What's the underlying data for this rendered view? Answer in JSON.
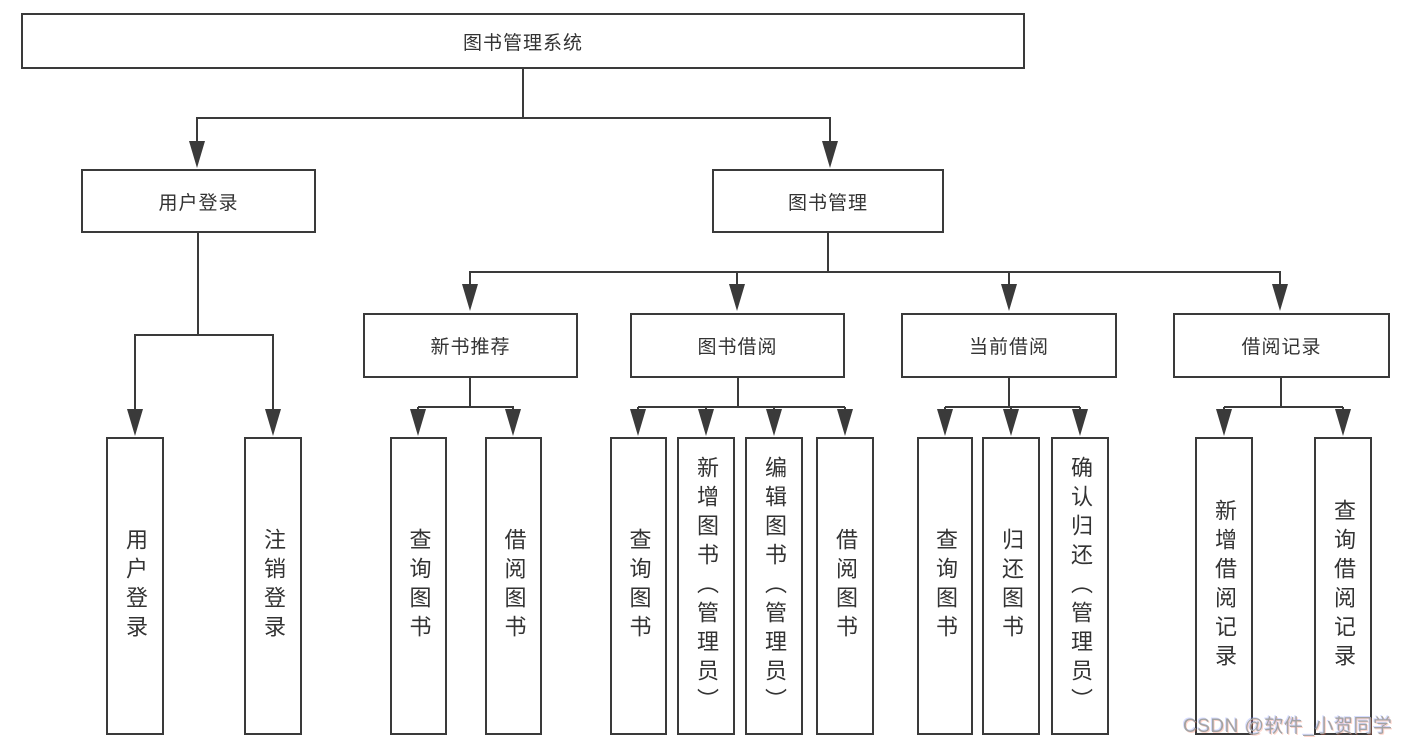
{
  "nodes": {
    "root": "图书管理系统",
    "level2": [
      "用户登录",
      "图书管理"
    ],
    "level3": [
      "新书推荐",
      "图书借阅",
      "当前借阅",
      "借阅记录"
    ],
    "leaves": [
      [
        "用户登录",
        "注销登录"
      ],
      [
        "查询图书",
        "借阅图书"
      ],
      [
        "查询图书",
        "新增图书（管理员）",
        "编辑图书（管理员）",
        "借阅图书"
      ],
      [
        "查询图书",
        "归还图书",
        "确认归还（管理员）"
      ],
      [
        "新增借阅记录",
        "查询借阅记录"
      ]
    ]
  },
  "watermark": "CSDN @软件_小贺同学",
  "colors": {
    "line": "#3a3a3a",
    "box_border": "#3a3a3a",
    "text": "#333333",
    "background": "#ffffff",
    "watermark": "#a3a3a3"
  }
}
